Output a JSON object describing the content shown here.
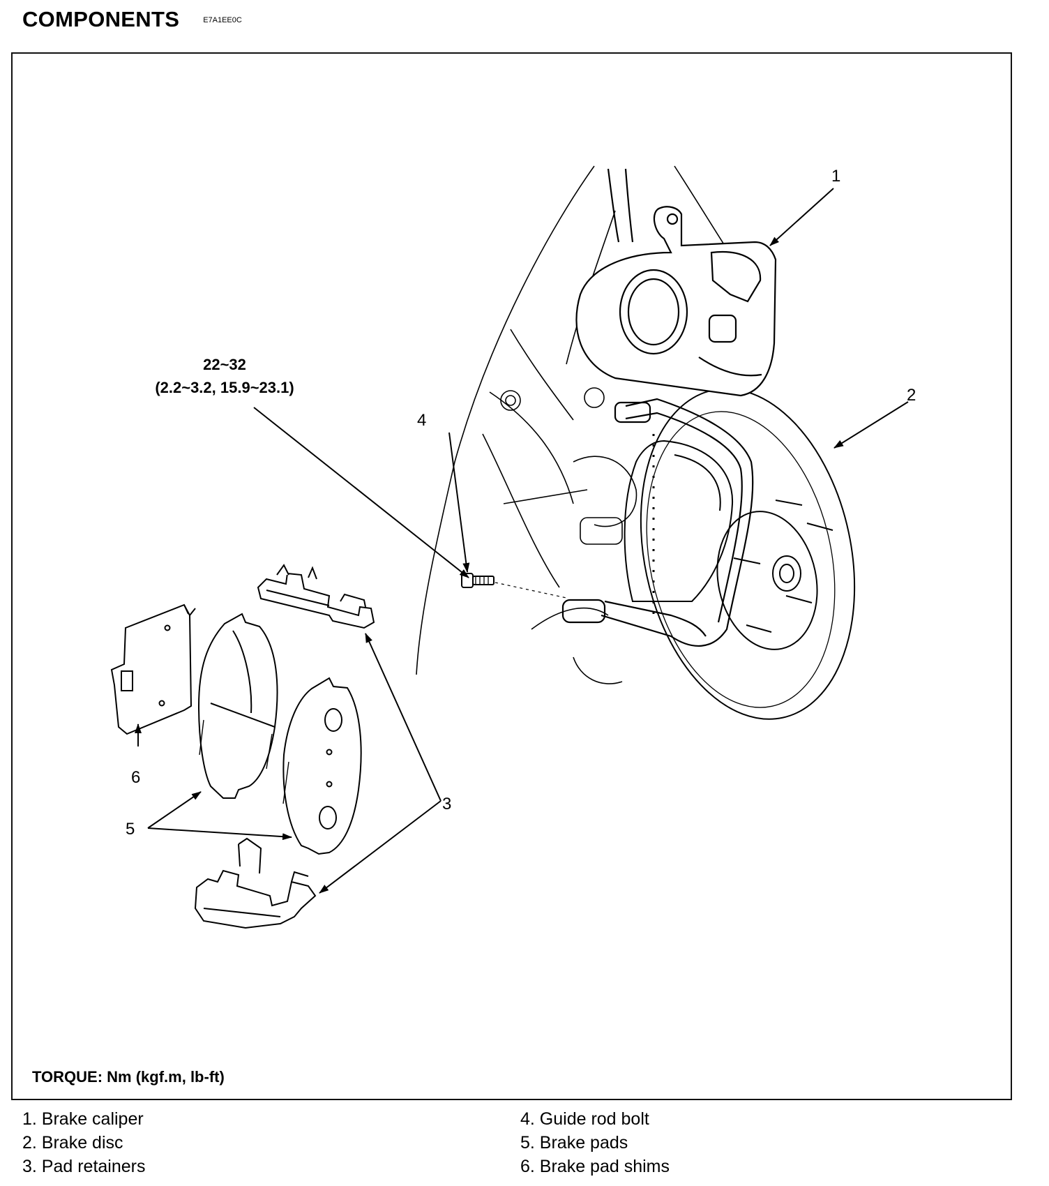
{
  "header": {
    "title": "COMPONENTS",
    "code": "E7A1EE0C"
  },
  "callouts": {
    "c1": "1",
    "c2": "2",
    "c3": "3",
    "c4": "4",
    "c5": "5",
    "c6": "6"
  },
  "torque_spec": {
    "value_nm": "22~32",
    "value_alt": "(2.2~3.2, 15.9~23.1)"
  },
  "torque_note": "TORQUE: Nm (kgf.m, lb-ft)",
  "legend": {
    "left": [
      "1. Brake caliper",
      "2. Brake disc",
      "3. Pad retainers"
    ],
    "right": [
      "4. Guide rod bolt",
      "5. Brake pads",
      "6. Brake pad shims"
    ]
  }
}
